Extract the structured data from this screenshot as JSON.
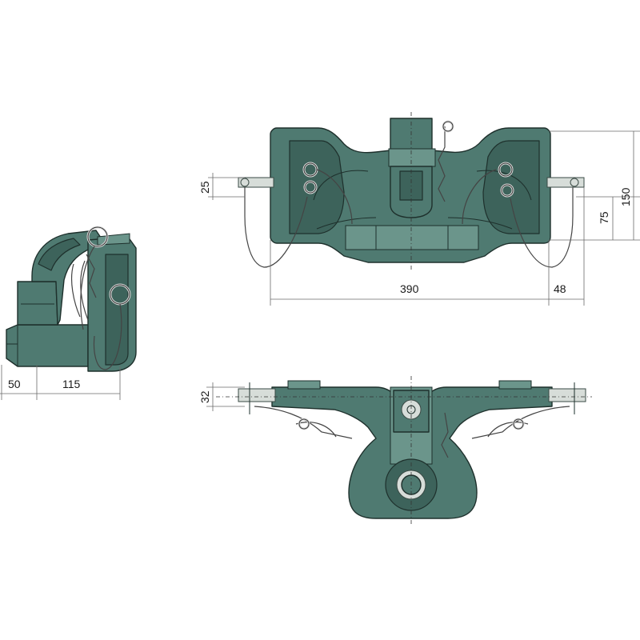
{
  "dimensions": {
    "side_view": {
      "d50": "50",
      "d115": "115"
    },
    "top_view": {
      "d25": "25",
      "d75": "75",
      "d150": "150",
      "d390": "390",
      "d48": "48"
    },
    "front_view": {
      "d32": "32"
    }
  },
  "colors": {
    "body": "#4f7a71",
    "body_dark": "#3d635b",
    "outline": "#1e302c",
    "pin": "#d7ddd9",
    "dimension_line": "#6a6a6a"
  },
  "views": [
    "side-view",
    "top-view",
    "front-view"
  ]
}
